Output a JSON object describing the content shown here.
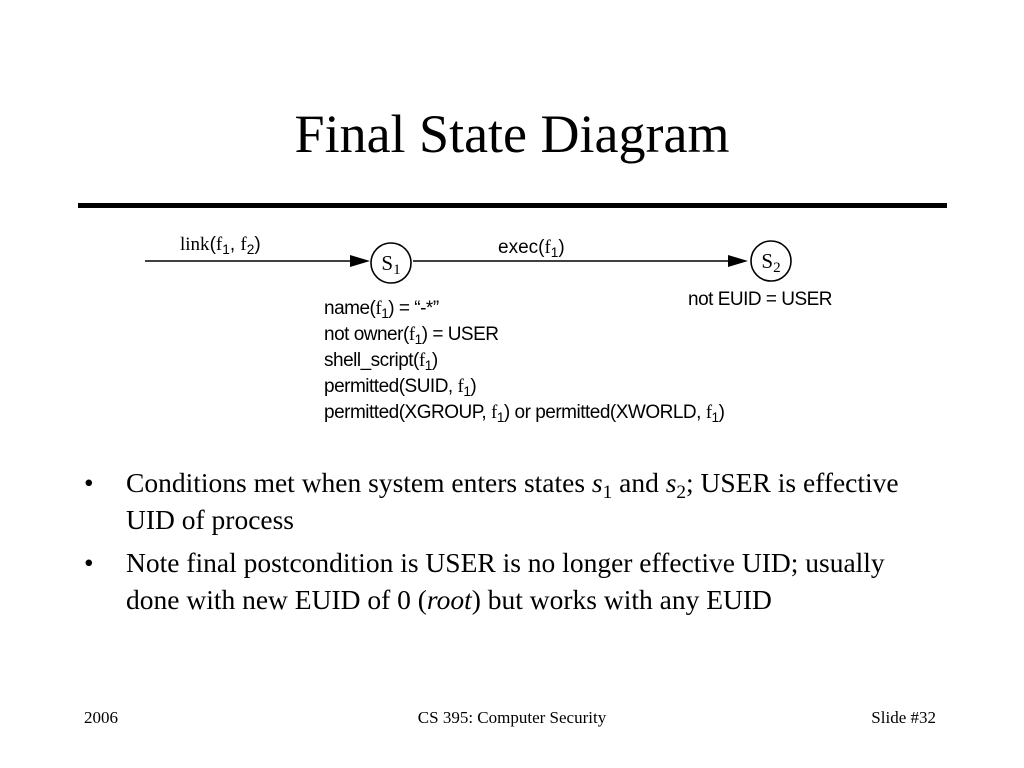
{
  "slide": {
    "title": "Final State Diagram",
    "diagram": {
      "states": [
        {
          "id": "S1",
          "letter": "S",
          "index": "1"
        },
        {
          "id": "S2",
          "letter": "S",
          "index": "2"
        }
      ],
      "edges": [
        {
          "from": "start",
          "to": "S1",
          "fn": "link",
          "args": [
            {
              "f": "f",
              "i": "1"
            },
            {
              "f": "f",
              "i": "2"
            }
          ]
        },
        {
          "from": "S1",
          "to": "S2",
          "fn": "exec",
          "args": [
            {
              "f": "f",
              "i": "1"
            }
          ]
        }
      ],
      "s1_conditions": [
        {
          "pre": "name(",
          "f": "f",
          "i": "1",
          "post": ") = “-*”"
        },
        {
          "pre": "not owner(",
          "f": "f",
          "i": "1",
          "post": ") = USER"
        },
        {
          "pre": "shell_script(",
          "f": "f",
          "i": "1",
          "post": ")"
        },
        {
          "pre": "permitted(SUID, ",
          "f": "f",
          "i": "1",
          "post": ")"
        },
        {
          "pre": "permitted(XGROUP, ",
          "f": "f",
          "i": "1",
          "post": ") or permitted(XWORLD, ",
          "f2": "f",
          "i2": "1",
          "post2": ")"
        }
      ],
      "s2_condition": "not EUID = USER"
    },
    "bullets": [
      {
        "p1": "Conditions met when system enters states ",
        "s1_letter": "s",
        "s1_index": "1",
        "mid": " and ",
        "s2_letter": "s",
        "s2_index": "2",
        "p2": "; USER is effective UID of process"
      },
      {
        "p1": "Note final postcondition is USER is no longer effective UID; usually done with new EUID of 0 (",
        "em": "root",
        "p2": ") but works with any EUID"
      }
    ],
    "bullet_glyph": "•",
    "footer": {
      "left": "2006",
      "center": "CS 395: Computer Security",
      "right": "Slide #32"
    }
  }
}
